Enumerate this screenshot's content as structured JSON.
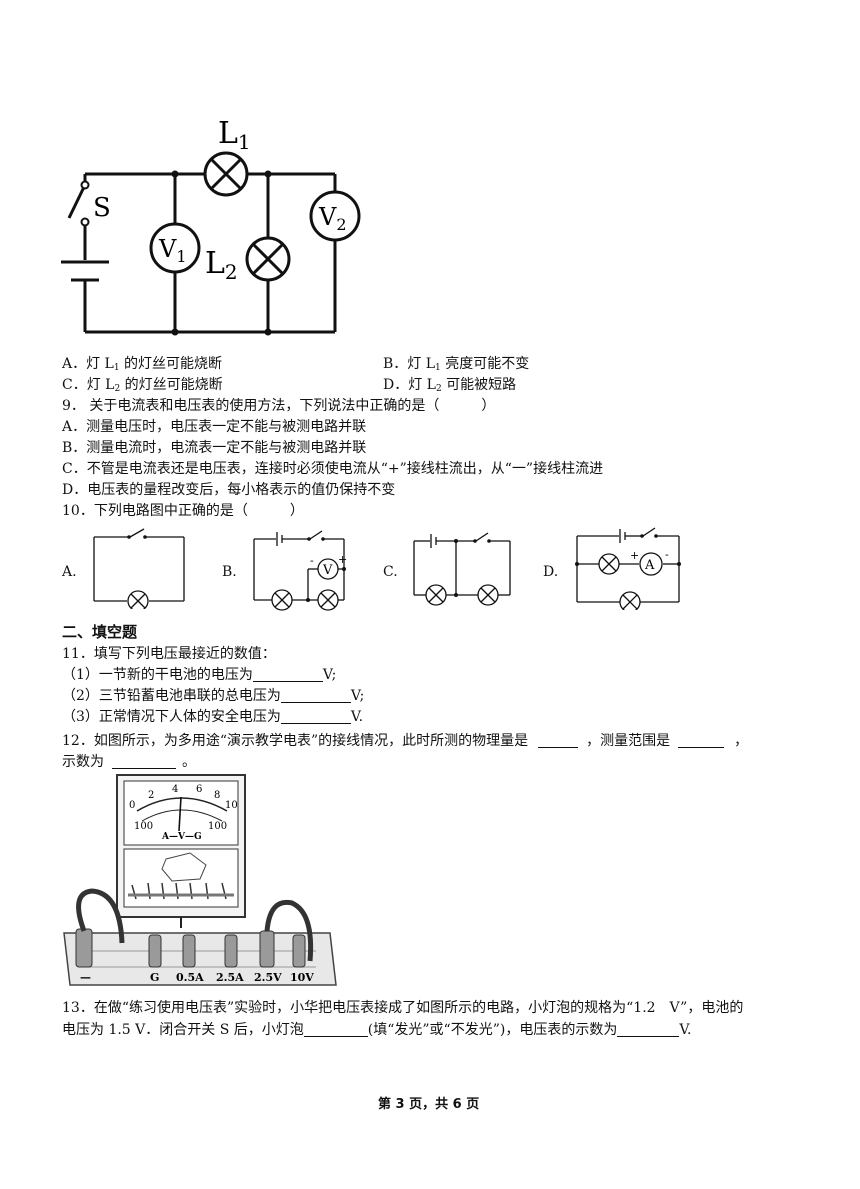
{
  "figure8": {
    "l1": "L",
    "l1_sub": "1",
    "l2": "L",
    "l2_sub": "2",
    "s": "S",
    "v1": "V",
    "v1_sub": "1",
    "v2": "V",
    "v2_sub": "2"
  },
  "q8_options": {
    "a_pre": "A．灯 L",
    "a_sub": "1",
    "a_post": " 的灯丝可能烧断",
    "b_pre": "B．灯 L",
    "b_sub": "1",
    "b_post": " 亮度可能不变",
    "c_pre": "C．灯 L",
    "c_sub": "2",
    "c_post": " 的灯丝可能烧断",
    "d_pre": "D．灯 L",
    "d_sub": "2",
    "d_post": " 可能被短路"
  },
  "q9": {
    "stem": "9．  关于电流表和电压表的使用方法，下列说法中正确的是（　　　）",
    "a": "A．测量电压时，电压表一定不能与被测电路并联",
    "b": "B．测量电流时，电流表一定不能与被测电路并联",
    "c": "C．不管是电流表还是电压表，连接时必须使电流从“+”接线柱流出，从“一”接线柱流进",
    "d": "D．电压表的量程改变后，每小格表示的值仍保持不变"
  },
  "q10": {
    "stem": "10．下列电路图中正确的是（　　　）",
    "a": "A.",
    "b": "B.",
    "c": "C.",
    "d": "D.",
    "v": "V",
    "a_meter": "A",
    "plus": "+",
    "minus": "-"
  },
  "section2": {
    "title": "二、填空题"
  },
  "q11": {
    "stem": "11．填写下列电压最接近的数值：",
    "i1_pre": "（1）一节新的干电池的电压为",
    "i1_post": "V;",
    "i2_pre": "（2）三节铅蓄电池串联的总电压为",
    "i2_post": "V;",
    "i3_pre": "（3）正常情况下人体的安全电压为",
    "i3_post": "V."
  },
  "q12": {
    "line1_a": "12．如图所示，为多用途“演示教学电表”的接线情况，此时所测的物理量是",
    "line1_b": "，测量范围是",
    "line1_c": "，",
    "line2_a": "示数为",
    "line2_b": "。"
  },
  "meter": {
    "scale": [
      "0",
      "2",
      "4",
      "6",
      "8",
      "10"
    ],
    "left_num": "100",
    "right_num": "100",
    "center": "A—V—G",
    "terminals": [
      "—",
      "G",
      "0.5A",
      "2.5A",
      "2.5V",
      "10V"
    ]
  },
  "q13": {
    "line1_a": "13．在做“练习使用电压表”实验",
    "line1_b": "时，小华把电压表接成了如图所示的电路，小灯泡的规格为“1.2　V”，电池的",
    "line2_a": "电压为 1.5 V．闭合开关 S 后，小灯泡",
    "line2_b": "(填“发光”或“不发光”)，电压表的示数为",
    "line2_c": "V."
  },
  "footer": {
    "text": "第 3 页，共 6 页"
  }
}
